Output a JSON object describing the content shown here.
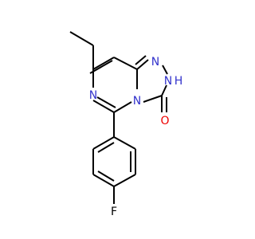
{
  "atoms": {
    "n1": {
      "symbol": "N",
      "color": "#3333cc"
    },
    "n2": {
      "symbol": "N",
      "color": "#3333cc"
    },
    "nh": {
      "symbol": "H",
      "color": "#3333cc"
    },
    "n4": {
      "symbol": "N",
      "color": "#3333cc"
    },
    "n5": {
      "symbol": "N",
      "color": "#3333cc"
    },
    "o": {
      "symbol": "O",
      "color": "#ee0000"
    },
    "f": {
      "symbol": "F",
      "color": "#000000"
    }
  },
  "colors": {
    "bond": "#000000",
    "nitrogen": "#3333cc",
    "oxygen": "#ee0000",
    "fluorine": "#000000"
  }
}
